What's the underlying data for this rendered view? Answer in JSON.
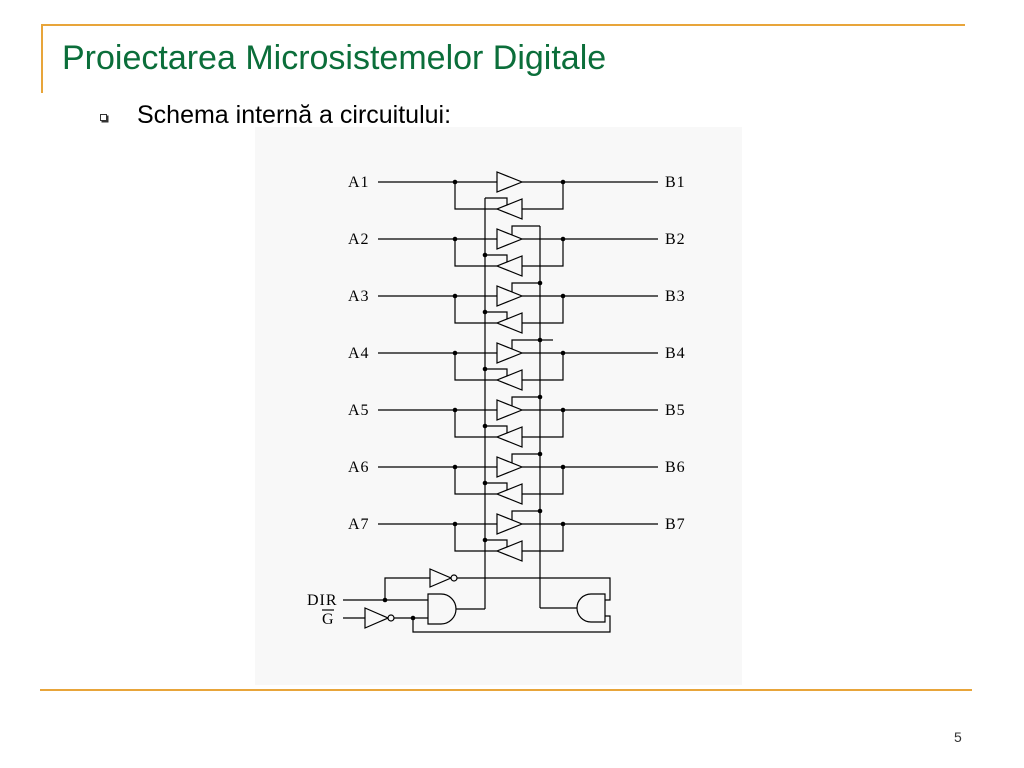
{
  "slide": {
    "title": "Proiectarea Microsistemelor Digitale",
    "bullet_text": "Schema internă a circuitului:",
    "bullet_icon": "hollow-square-bullet-icon",
    "page_number": "5"
  },
  "theme": {
    "title_color": "#0b6e3a",
    "accent_color": "#e8a53a",
    "text_color": "#000000",
    "diagram_background": "#f8f8f8"
  },
  "diagram": {
    "a_ports": [
      "A1",
      "A2",
      "A3",
      "A4",
      "A5",
      "A6",
      "A7"
    ],
    "b_ports": [
      "B1",
      "B2",
      "B3",
      "B4",
      "B5",
      "B6",
      "B7"
    ],
    "dir_label": "DIR",
    "g_label": "G"
  }
}
